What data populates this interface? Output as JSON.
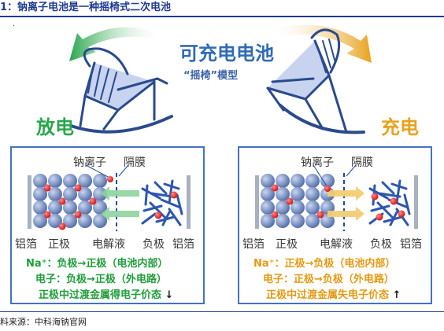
{
  "header": {
    "title": "1：钠离子电池是一种摇椅式二次电池"
  },
  "top_mark": "·",
  "center": {
    "title": "可充电电池",
    "subtitle": "“摇椅”模型"
  },
  "discharge": {
    "label": "放电",
    "ion_label": "钠离子",
    "membrane_label": "隔膜",
    "bottom_labels": [
      "铝箔",
      "正极",
      "电解液",
      "负极",
      "铝箔"
    ],
    "eq1": "Na⁺：负极→正极（电池内部）",
    "eq2": "电子：负极→正极（外电路）",
    "eq3": "正极中过渡金属得电子价态",
    "eq3_arrow": "↓"
  },
  "charge": {
    "label": "充电",
    "ion_label": "钠离子",
    "membrane_label": "隔膜",
    "bottom_labels": [
      "铝箔",
      "正极",
      "电解液",
      "负极",
      "铝箔"
    ],
    "eq1": "Na⁺：正极→负极（电池内部）",
    "eq2": "电子：正极→负极（外电路）",
    "eq3": "正极中过渡金属失电子价态",
    "eq3_arrow": "↑"
  },
  "colors": {
    "green": "#2aa64d",
    "orange": "#e8a21c",
    "blue": "#4472c4",
    "na_red": "#e01f1f",
    "sphere": "#6f86b8"
  },
  "source": "料来源：中科海钠官网"
}
